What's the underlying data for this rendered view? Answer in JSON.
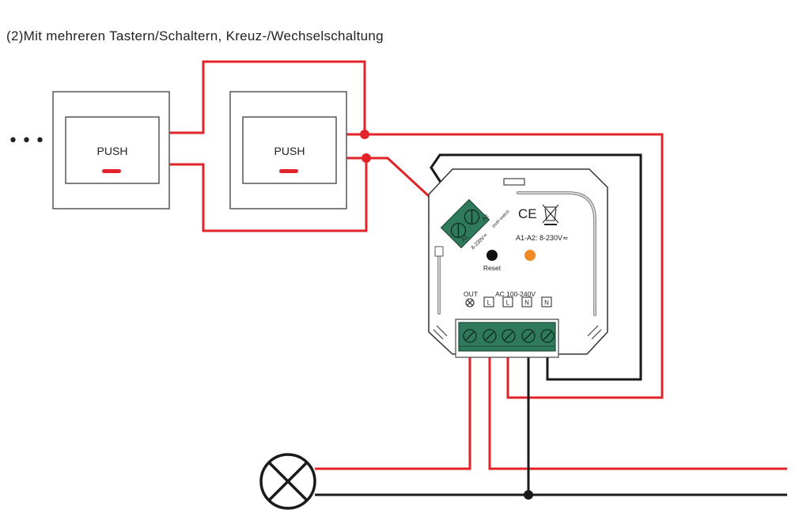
{
  "title": "(2)Mit mehreren Tastern/Schaltern, Kreuz-/Wechselschaltung",
  "more_indicator": "•••",
  "switches": [
    {
      "label": "PUSH"
    },
    {
      "label": "PUSH"
    }
  ],
  "device": {
    "input_rating": "A1-A2: 8-230V≂",
    "reset_label": "Reset",
    "out_label": "OUT",
    "ac_label": "AC 100-240V",
    "terminals": [
      "L",
      "L",
      "N",
      "N"
    ],
    "a1_label": "A1",
    "a2_label": "A2",
    "side_rating": "8-230V≂",
    "side_note": "push switch",
    "ce_mark": "CE"
  },
  "colors": {
    "live_wire": "#e2232a",
    "neutral_wire": "#1a1a1a",
    "terminal_block": "#2f7a5c",
    "indicator_led": "#f08a24",
    "reset_button": "#111111"
  }
}
